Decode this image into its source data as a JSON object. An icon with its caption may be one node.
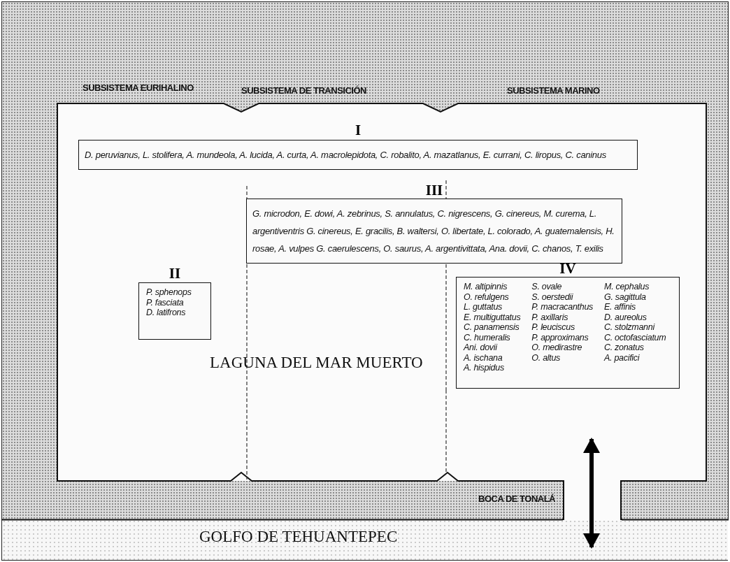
{
  "diagram": {
    "nodes": [
      {
        "text": [
          "LAGUNA DEL MAR MUERTO"
        ]
      },
      {
        "text": [
          "I",
          "D. peruvianus, L. stolifera, A. mundeola, A. lucida, A. curta, A. macrolepidota, C. robalito, A. mazatlanus, E. currani, C. liropus, C. caninus"
        ],
        "in": 0
      },
      {
        "text": [
          "III",
          "G. microdon, E. dowi, A. zebrinus, S. annulatus, C. nigrescens, G. cinereus, M. curema, L. argentiventris G. cinereus, E. gracilis, B. waltersi, O. libertate, L. colorado, A. guatemalensis, H. rosae, A. vulpes G. caerulescens, O. saurus, A. argentivittata, Ana. dovii, C. chanos, T. exilis"
        ],
        "in": 0
      },
      {
        "text": [
          "II",
          "P. sphenops",
          "P. fasciata",
          "D. latifrons"
        ],
        "in": 0
      },
      {
        "text": [
          "IV",
          "M. altipinnis",
          "O. refulgens",
          "L. guttatus",
          "E. multiguttatus",
          "C. panamensis",
          "C. humeralis",
          "Ani. dovii",
          "A. ischana",
          "A. hispidus",
          "S. ovale",
          "S. oerstedii",
          "P. macracanthus",
          "P. axillaris",
          "P. leuciscus",
          "P. approximans",
          "O. medirastre",
          "O. altus",
          "M. cephalus",
          "G. sagittula",
          "E. affinis",
          "D. aureolus",
          "C. stolzmanni",
          "C. octofasciatum",
          "C. zonatus",
          "A. pacifici"
        ],
        "in": 0
      },
      {
        "text": [
          "GOLFO DE TEHUANTEPEC"
        ]
      }
    ],
    "edges": [
      {
        "from": 0,
        "to": 5,
        "arrow": "both"
      }
    ],
    "labels": [
      "SUBSISTEMA EURIHALINO",
      "SUBSISTEMA DE TRANSICIÓN",
      "SUBSISTEMA MARINO",
      "BOCA DE TONALÁ"
    ]
  }
}
